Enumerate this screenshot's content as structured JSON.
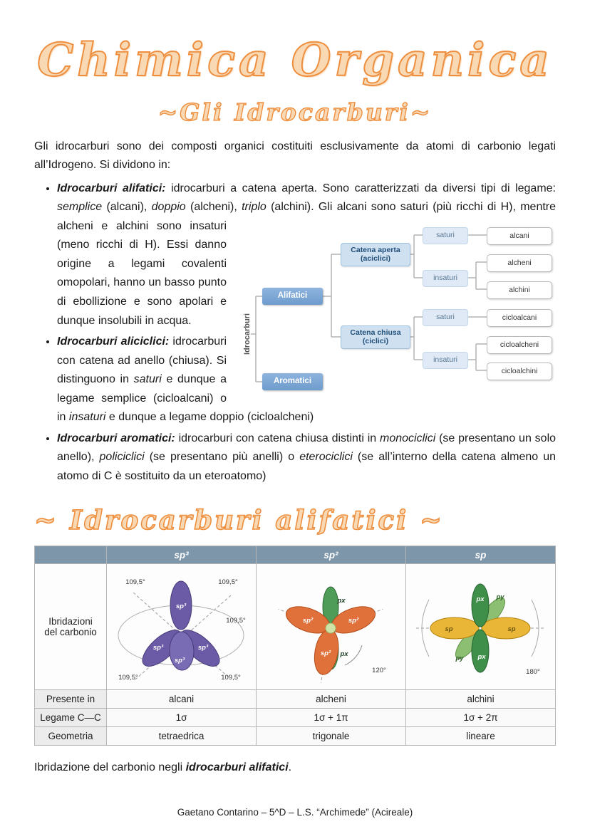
{
  "page": {
    "title": "Chimica Organica",
    "subtitle": "~Gli Idrocarburi~",
    "intro": "Gli idrocarburi sono dei composti organici costituiti esclusivamente da atomi di carbonio legati all’Idrogeno. Si dividono in:",
    "section2_title": "~ Idrocarburi alifatici ~",
    "caption_prefix": "Ibridazione del carbonio negli ",
    "caption_bold": "idrocarburi alifatici",
    "caption_suffix": ".",
    "footer": "Gaetano Contarino – 5^D – L.S. “Archimede” (Acireale)"
  },
  "bullets": [
    {
      "term": "Idrocarburi alifatici:",
      "s1": " idrocarburi a catena aperta. Sono caratterizzati da diversi tipi di legame: ",
      "i1": "semplice",
      "s2": " (alcani), ",
      "i2": "doppio",
      "s3": " (alcheni), ",
      "i3": "triplo",
      "s4": " (alchini). Gli alcani sono saturi (più ",
      "s5": "ricchi di H), mentre alcheni e alchini sono insaturi (meno ricchi di H). Essi danno origine a legami covalenti omopolari, hanno un basso punto di ebollizione e sono apolari e dunque insolubili in acqua."
    },
    {
      "term": "Idrocarburi aliciclici:",
      "s1": " idrocarburi con catena ad anello (chiusa). Si distinguono in ",
      "i1": "saturi",
      "s2": " e dunque a legame semplice (cicloalcani) o in ",
      "i2": "insaturi",
      "s3": " e dunque a legame doppio (cicloalcheni)"
    },
    {
      "term": "Idrocarburi aromatici:",
      "s1": " idrocarburi con catena chiusa distinti in ",
      "i1": "monociclici",
      "s2": " (se presentano un solo anello), ",
      "i2": "policiclici",
      "s3": " (se presentano più anelli) o ",
      "i3": "eterociclici",
      "s4": " (se all’interno della catena almeno un atomo di C è sostituito da un eteroatomo)"
    }
  ],
  "diagram": {
    "root": "Idrocarburi",
    "aliphatic": "Alifatici",
    "aromatic": "Aromatici",
    "open_chain_1": "Catena aperta",
    "open_chain_2": "(aciclici)",
    "closed_chain_1": "Catena chiusa",
    "closed_chain_2": "(ciclici)",
    "sat1": "saturi",
    "insat1": "insaturi",
    "sat2": "saturi",
    "insat2": "insaturi",
    "leaves": [
      "alcani",
      "alcheni",
      "alchini",
      "cicloalcani",
      "cicloalcheni",
      "cicloalchini"
    ]
  },
  "table": {
    "col_headers": [
      "sp³",
      "sp²",
      "sp"
    ],
    "hybrid_label": "Ibridazioni del carbonio",
    "rows": [
      {
        "label": "Presente in",
        "values": [
          "alcani",
          "alcheni",
          "alchini"
        ]
      },
      {
        "label": "Legame C—C",
        "values": [
          "1σ",
          "1σ + 1π",
          "1σ + 2π"
        ]
      },
      {
        "label": "Geometria",
        "values": [
          "tetraedrica",
          "trigonale",
          "lineare"
        ]
      }
    ]
  },
  "orbitals": {
    "sp3": {
      "angles": [
        "109,5°",
        "109,5°",
        "109,5°",
        "109,5°",
        "109,5°"
      ],
      "lobes": [
        "sp³",
        "sp³",
        "sp³",
        "sp³"
      ]
    },
    "sp2": {
      "lobes": [
        "sp²",
        "sp²",
        "sp²"
      ],
      "p": [
        "px",
        "px"
      ],
      "angle": "120°"
    },
    "sp": {
      "lobes": [
        "sp",
        "sp"
      ],
      "p": [
        "px",
        "py",
        "py",
        "px"
      ],
      "angle": "180°"
    }
  }
}
